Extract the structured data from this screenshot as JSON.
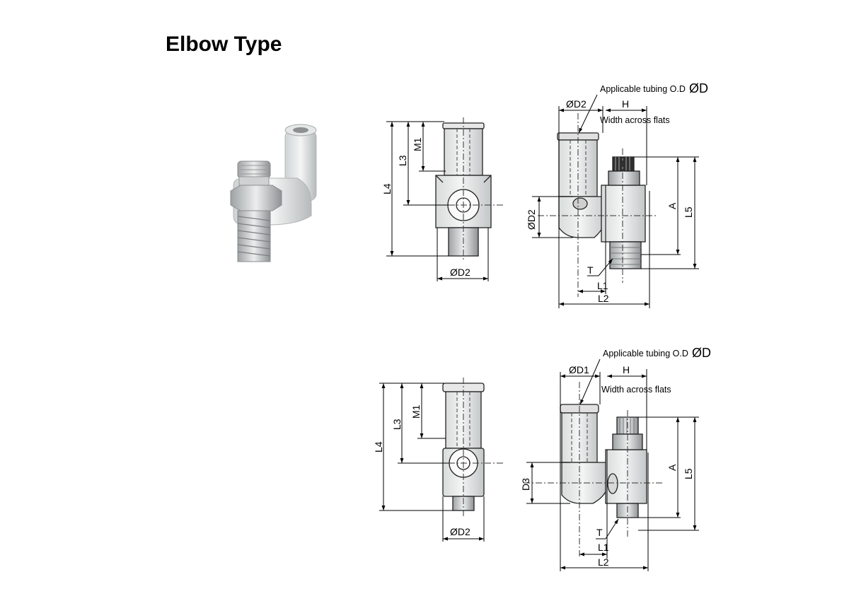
{
  "title": "Elbow Type",
  "diagram_a": {
    "front": {
      "l4": "L4",
      "l3": "L3",
      "m1": "M1",
      "d2": "ØD2"
    },
    "side": {
      "applicable": "Applicable tubing O.D",
      "od": "ØD",
      "d2_top": "ØD2",
      "h": "H",
      "width_flats": "Width across flats",
      "d2_left": "ØD2",
      "a": "A",
      "l5": "L5",
      "t": "T",
      "l1": "L1",
      "l2": "L2"
    }
  },
  "diagram_b": {
    "front": {
      "l4": "L4",
      "l3": "L3",
      "m1": "M1",
      "d2": "ØD2"
    },
    "side": {
      "applicable": "Applicable tubing O.D",
      "od": "ØD",
      "d1_top": "ØD1",
      "h": "H",
      "width_flats": "Width across flats",
      "d3_left": "D3",
      "a": "A",
      "l5": "L5",
      "t": "T",
      "l1": "L1",
      "l2": "L2"
    }
  }
}
